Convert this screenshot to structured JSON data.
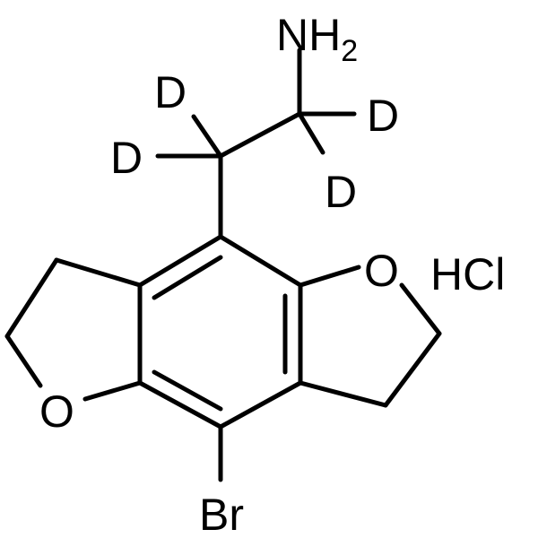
{
  "molecule": {
    "amine": {
      "symbol": "NH",
      "subscript": "2"
    },
    "deuterium_labels": [
      "D",
      "D",
      "D",
      "D"
    ],
    "ring_oxygen_top": "O",
    "ring_oxygen_bottom": "O",
    "bromine": "Br",
    "salt": "HCl"
  },
  "colors": {
    "ink": "#000000",
    "background": "#ffffff"
  }
}
